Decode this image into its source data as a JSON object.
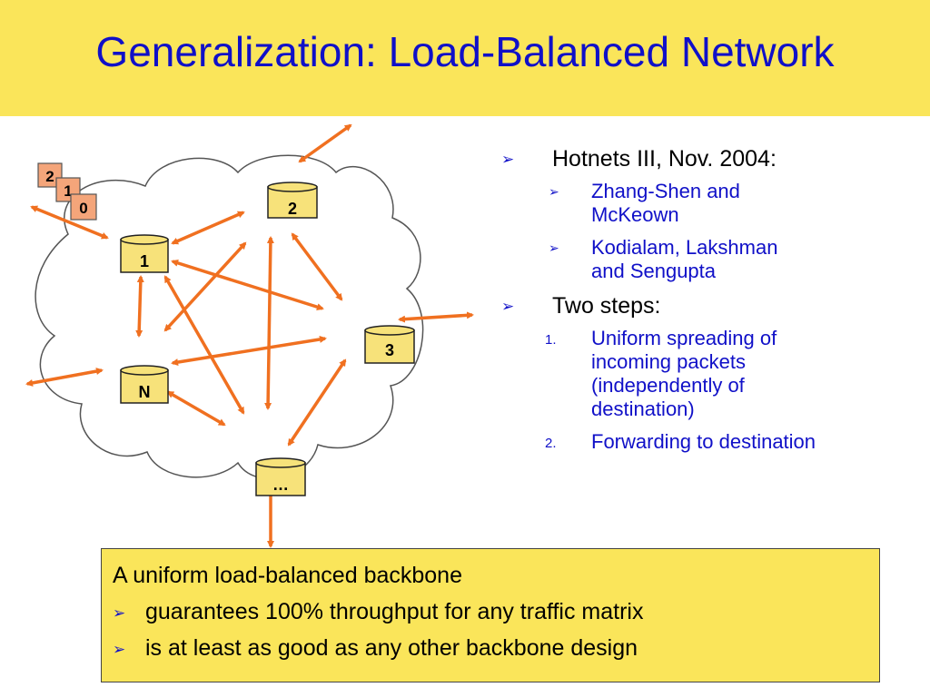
{
  "slide": {
    "title": "Generalization: Load-Balanced Network"
  },
  "diagram": {
    "packets": [
      "2",
      "1",
      "0"
    ],
    "nodes": [
      "2",
      "1",
      "3",
      "N",
      "…"
    ]
  },
  "bullets": [
    {
      "level": 1,
      "marker": "➢",
      "text": "Hotnets III, Nov. 2004:"
    },
    {
      "level": 2,
      "marker": "➢",
      "lines": [
        "Zhang-Shen and",
        "McKeown"
      ]
    },
    {
      "level": 2,
      "marker": "➢",
      "lines": [
        "Kodialam, Lakshman",
        "and Sengupta"
      ]
    },
    {
      "level": 1,
      "marker": "➢",
      "text": "Two steps:"
    },
    {
      "level": 2,
      "marker": "1.",
      "lines": [
        "Uniform spreading of",
        "incoming packets",
        "(independently of",
        "destination)"
      ]
    },
    {
      "level": 2,
      "marker": "2.",
      "lines": [
        "Forwarding to destination"
      ]
    }
  ],
  "callout": {
    "heading": "A uniform load-balanced backbone",
    "items": [
      "guarantees 100% throughput for any traffic matrix",
      "is at least as good as any other backbone design"
    ],
    "marker": "➢"
  },
  "colors": {
    "title_band": "#fae55a",
    "title_text": "#1010c8",
    "arrow": "#f07020",
    "node_fill": "#f7e27a",
    "packet_fill": "#f4a57a"
  }
}
